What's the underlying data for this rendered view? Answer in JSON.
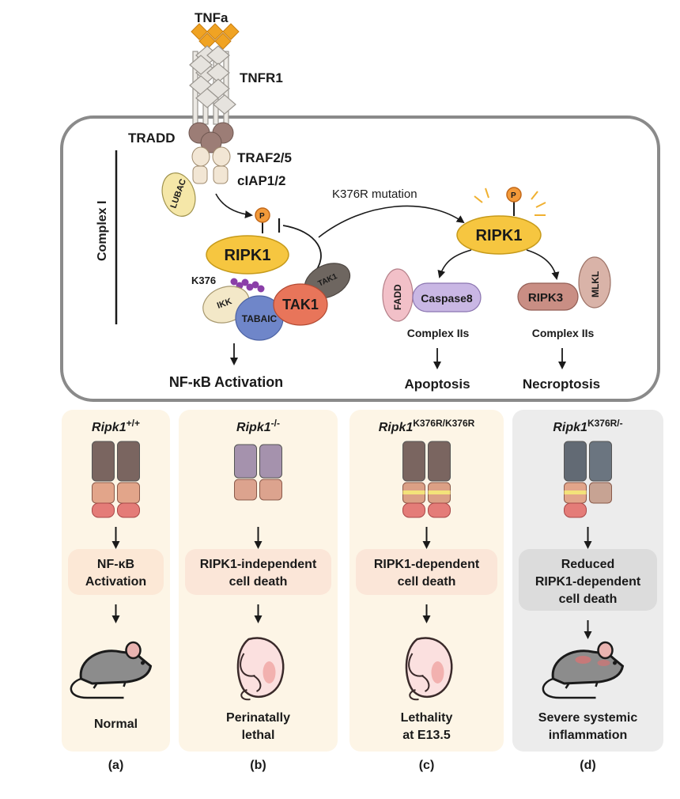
{
  "top": {
    "tnfa": "TNFa",
    "tnfr1": "TNFR1",
    "tradd": "TRADD",
    "traf": "TRAF2/5",
    "ciap": "cIAP1/2",
    "complex_i": "Complex I",
    "lubac": "LUBAC",
    "p_label": "P",
    "ripk1": "RIPK1",
    "k376": "K376",
    "ikk": "IKK",
    "tabaic": "TABAIC",
    "tak1": "TAK1",
    "tak1_partner": "TAK1",
    "nfkb_activation": "NF-κB Activation",
    "mutation": "K376R mutation",
    "fadd": "FADD",
    "caspase8": "Caspase8",
    "ripk3": "RIPK3",
    "mlkl": "MLKL",
    "complex_iia": "Complex IIs",
    "complex_iib": "Complex IIs",
    "apoptosis": "Apoptosis",
    "necroptosis": "Necroptosis"
  },
  "panels": [
    {
      "genotype_base": "Ripk1",
      "genotype_sup": "+/+",
      "outcome_lines": [
        "NF-κB",
        "Activation"
      ],
      "phenotype_lines": [
        "Normal"
      ],
      "letter": "(a)"
    },
    {
      "genotype_base": "Ripk1",
      "genotype_sup": "-/-",
      "outcome_lines": [
        "RIPK1-independent",
        "cell death"
      ],
      "phenotype_lines": [
        "Perinatally",
        "lethal"
      ],
      "letter": "(b)"
    },
    {
      "genotype_base": "Ripk1",
      "genotype_sup": "K376R/K376R",
      "outcome_lines": [
        "RIPK1-dependent",
        "cell death"
      ],
      "phenotype_lines": [
        "Lethality",
        "at E13.5"
      ],
      "letter": "(c)"
    },
    {
      "genotype_base": "Ripk1",
      "genotype_sup": "K376R/-",
      "outcome_lines": [
        "Reduced",
        "RIPK1-dependent",
        "cell death"
      ],
      "phenotype_lines": [
        "Severe systemic",
        "inflammation"
      ],
      "letter": "(d)"
    }
  ],
  "colors": {
    "ripk1": "#f6c640",
    "tak1": "#e8755a",
    "tabaic": "#6f86c9",
    "ikk": "#f3e8c8",
    "caspase8": "#c9b7e4",
    "fadd": "#f2c0c8",
    "ripk3": "#c98e84",
    "mlkl": "#d9b3a8",
    "tnfa": "#f0a323",
    "receptor": "#e6e3de",
    "tradd": "#9c7d76",
    "traf": "#f2e6d4",
    "k376": "#8a3fa8",
    "panel_beige": "#fdf6e8",
    "panel_grey": "#ececec"
  }
}
